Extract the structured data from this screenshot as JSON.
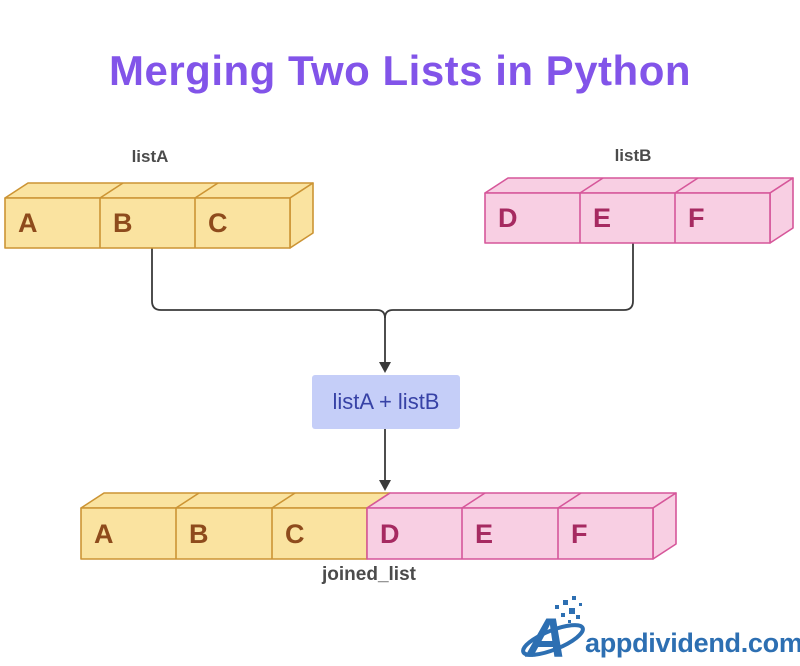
{
  "title": "Merging Two Lists in Python",
  "lists": {
    "listA": {
      "label": "listA",
      "cells": [
        "A",
        "B",
        "C"
      ]
    },
    "listB": {
      "label": "listB",
      "cells": [
        "D",
        "E",
        "F"
      ]
    },
    "joined": {
      "label": "joined_list",
      "cells": [
        "A",
        "B",
        "C",
        "D",
        "E",
        "F"
      ]
    }
  },
  "operation": {
    "label": "listA + listB"
  },
  "footer": {
    "brand": "appdividend.com"
  },
  "colors": {
    "title_purple": "#8254E9",
    "yellow_fill": "#FAE3A0",
    "yellow_border": "#CC9434",
    "yellow_letter": "#8E4B1C",
    "pink_fill": "#F8CFE3",
    "pink_border": "#D6579A",
    "pink_letter": "#A62A61",
    "operation_bg": "#C5CEF8",
    "operation_text": "#3742A6",
    "connector": "#3A3A3A",
    "label_gray": "#4B4B4B",
    "logo_blue": "#2D6FB2"
  }
}
